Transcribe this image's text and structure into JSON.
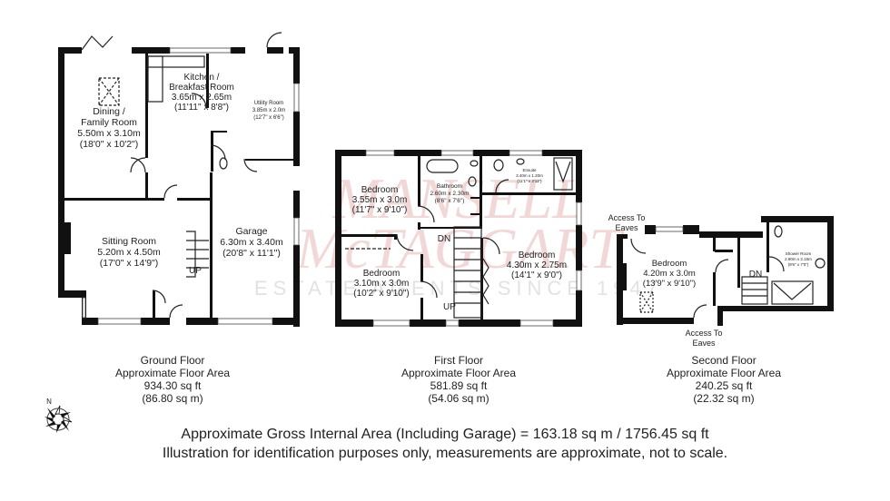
{
  "watermark": {
    "line1": "MANSELL",
    "line2": "McTAGGART",
    "line3": "ESTATE AGENTS SINCE 1947",
    "color": "#e9b7b7"
  },
  "floors": [
    {
      "name": "Ground Floor",
      "area_label": "Approximate Floor Area",
      "sq_ft": "934.30 sq ft",
      "sq_m": "(86.80 sq m)",
      "rooms": [
        {
          "name": "Dining /",
          "name2": "Family Room",
          "metric": "5.50m x 3.10m",
          "imperial": "(18'0\" x 10'2\")"
        },
        {
          "name": "Kitchen /",
          "name2": "Breakfast Room",
          "metric": "3.65m x 2.65m",
          "imperial": "(11'11\" x 8'8\")"
        },
        {
          "name": "Utility Room",
          "metric": "3.85m x 2.0m",
          "imperial": "(12'7\" x 6'6\")"
        },
        {
          "name": "Sitting Room",
          "metric": "5.20m x 4.50m",
          "imperial": "(17'0\" x 14'9\")"
        },
        {
          "name": "Garage",
          "metric": "6.30m x 3.40m",
          "imperial": "(20'8\" x 11'1\")"
        }
      ],
      "stairs": "UP"
    },
    {
      "name": "First Floor",
      "area_label": "Approximate Floor Area",
      "sq_ft": "581.89 sq ft",
      "sq_m": "(54.06 sq m)",
      "rooms": [
        {
          "name": "Bedroom",
          "metric": "3.55m x 3.0m",
          "imperial": "(11'7\" x 9'10\")"
        },
        {
          "name": "Bathroom",
          "metric": "2.60m x 2.30m",
          "imperial": "(8'6\" x 7'6\")"
        },
        {
          "name": "Ensuite",
          "metric": "3.40m x 1.20m",
          "imperial": "(11'1\" x 3'11\")"
        },
        {
          "name": "Bedroom",
          "metric": "3.10m x 3.0m",
          "imperial": "(10'2\" x 9'10\")"
        },
        {
          "name": "Bedroom",
          "metric": "4.30m x 2.75m",
          "imperial": "(14'1\" x 9'0\")"
        }
      ],
      "stairs_down": "DN",
      "stairs_up": "UP"
    },
    {
      "name": "Second Floor",
      "area_label": "Approximate Floor Area",
      "sq_ft": "240.25 sq ft",
      "sq_m": "(22.32 sq m)",
      "rooms": [
        {
          "name": "Bedroom",
          "metric": "4.20m x 3.0m",
          "imperial": "(13'9\" x 9'10\")"
        },
        {
          "name": "Shower Room",
          "metric": "2.90m x 2.15m",
          "imperial": "(9'6\" x 7'0\")"
        }
      ],
      "access_top": [
        "Access To",
        "Eaves"
      ],
      "access_bottom": [
        "Access To",
        "Eaves"
      ],
      "stairs_down": "DN"
    }
  ],
  "compass": {
    "label": "N"
  },
  "footer": {
    "line1": "Approximate Gross Internal Area (Including Garage) = 163.18 sq m / 1756.45 sq ft",
    "line2": "Illustration for identification purposes only, measurements are approximate, not to scale."
  }
}
